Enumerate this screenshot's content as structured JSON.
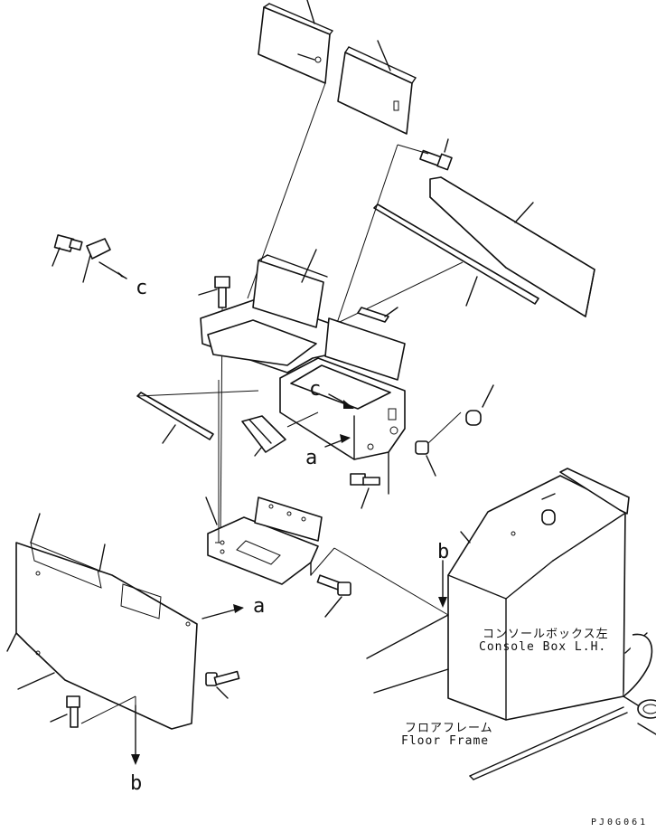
{
  "labels": {
    "c": "c",
    "a": "a",
    "b": "b"
  },
  "console_box": {
    "jp": "コンソールボックス左",
    "en": "Console Box L.H."
  },
  "floor_frame": {
    "jp": "フロアフレーム",
    "en": "Floor Frame"
  },
  "drawing_code": "PJ0G061"
}
